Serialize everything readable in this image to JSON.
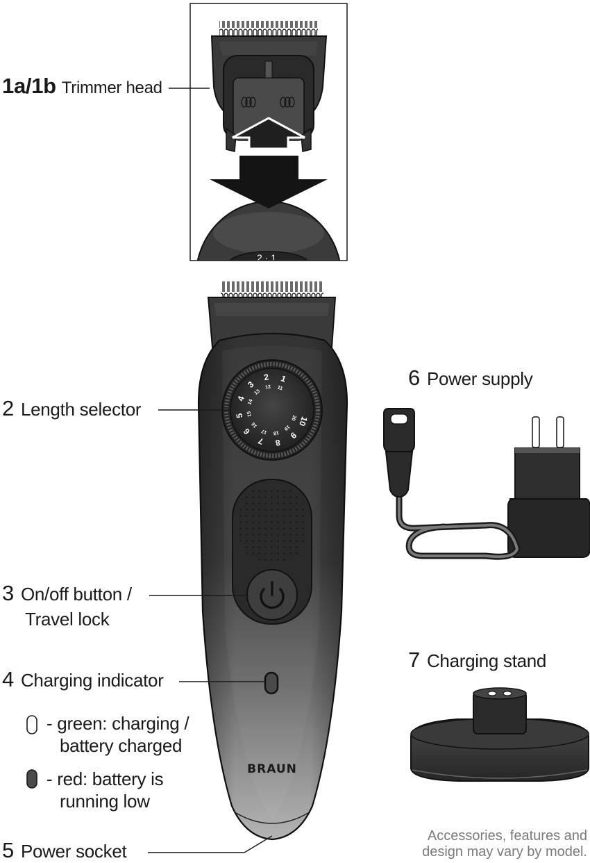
{
  "labels": {
    "trimmer_head": {
      "number": "1a/1b",
      "text": "Trimmer head"
    },
    "length_selector": {
      "number": "2",
      "text": "Length selector"
    },
    "on_off_button": {
      "number": "3",
      "line1": "On/off button /",
      "line2": "Travel lock"
    },
    "charging_indicator": {
      "number": "4",
      "text": "Charging indicator"
    },
    "power_socket": {
      "number": "5",
      "text": "Power socket"
    },
    "power_supply": {
      "number": "6",
      "text": "Power supply"
    },
    "charging_stand": {
      "number": "7",
      "text": "Charging stand"
    }
  },
  "indicator_legend": {
    "green": {
      "line1": "- green: charging /",
      "line2": "battery charged"
    },
    "red": {
      "line1": "- red: battery is",
      "line2": "running low"
    }
  },
  "dial_numbers": {
    "outer": [
      "1",
      "2",
      "3",
      "4",
      "5",
      "6",
      "7",
      "8",
      "9",
      "10"
    ],
    "inner": [
      "11",
      "12",
      "13",
      "14",
      "15",
      "16",
      "17",
      "18",
      "19",
      "20"
    ]
  },
  "inset_dial_text": "2 · 1",
  "brand": "BRAUN",
  "disclaimer": {
    "line1": "Accessories, features and",
    "line2": "design may vary by model."
  },
  "colors": {
    "body_dark": "#3a3a3a",
    "body_light": "#a8a8a8",
    "outline": "#1a1a1a"
  }
}
